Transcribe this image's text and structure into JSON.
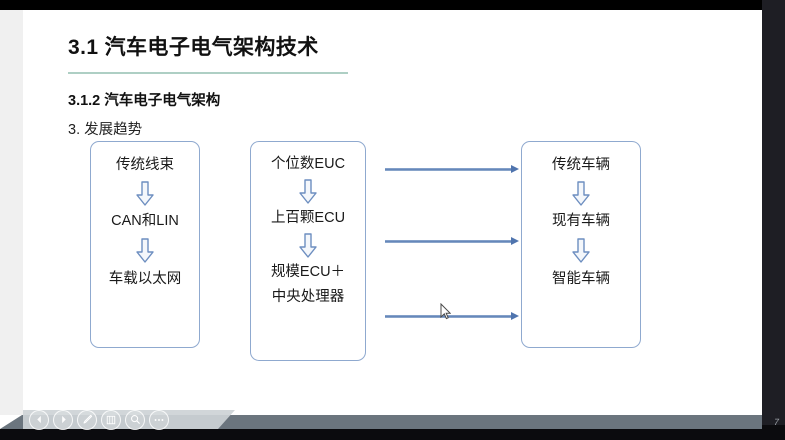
{
  "slide": {
    "title": "3.1 汽车电子电气架构技术",
    "subtitle": "3.1.2 汽车电子电气架构",
    "item": "3. 发展趋势",
    "accent_rule_color": "#aecfc4",
    "box_border_color": "#8fa9cf",
    "arrow_color": "#5b7fb5"
  },
  "columns": [
    {
      "name": "network-evolution",
      "steps": [
        "传统线束",
        "CAN和LIN",
        "车载以太网"
      ]
    },
    {
      "name": "ecu-evolution",
      "steps": [
        "个位数EUC",
        "上百颗ECU",
        "规模ECU＋"
      ],
      "extra_line": "中央处理器"
    },
    {
      "name": "vehicle-evolution",
      "steps": [
        "传统车辆",
        "现有车辆",
        "智能车辆"
      ]
    }
  ],
  "connectors": [
    {
      "name": "connector-top"
    },
    {
      "name": "connector-middle"
    },
    {
      "name": "connector-bottom"
    }
  ],
  "controls": {
    "items": [
      {
        "name": "previous-slide-icon",
        "glyph": "◀"
      },
      {
        "name": "next-slide-icon",
        "glyph": "▶"
      },
      {
        "name": "pen-icon",
        "glyph": "✎"
      },
      {
        "name": "all-slides-icon",
        "glyph": "▦"
      },
      {
        "name": "zoom-icon",
        "glyph": "🔍"
      },
      {
        "name": "more-options-icon",
        "glyph": "•••"
      }
    ]
  },
  "taskbar": {
    "page_number": "7"
  }
}
